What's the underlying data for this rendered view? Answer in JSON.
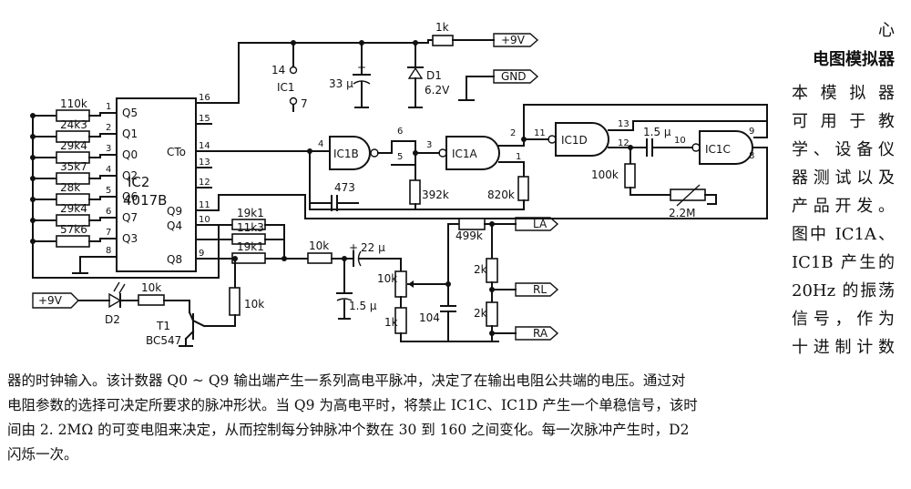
{
  "side_text": {
    "title_top": "心",
    "title": "电图模拟器",
    "lines": [
      "本模拟器",
      "可用于教",
      "学、设备仪",
      "器测试以及",
      "产品开发。",
      "图中 IC1A、",
      "IC1B 产生的",
      "20Hz 的振荡",
      "信号，作为",
      "十进制计数"
    ]
  },
  "body_text": [
    "器的时钟输入。该计数器 Q0 ~ Q9 输出端产生一系列高电平脉冲，决定了在输出电阻公共端的电压。通过对",
    "电阻参数的选择可决定所要求的脉冲形状。当 Q9 为高电平时，将禁止 IC1C、IC1D 产生一个单稳信号，该时",
    "间由 2. 2MΩ 的可变电阻来决定，从而控制每分钟脉冲个数在 30 到 160 之间变化。每一次脉冲产生时，D2",
    "闪烁一次。"
  ],
  "schematic": {
    "ic2": {
      "name": "IC2",
      "part": "4017B"
    },
    "ic2_left_pins": [
      {
        "num": "1",
        "name": "Q5"
      },
      {
        "num": "2",
        "name": "Q1"
      },
      {
        "num": "3",
        "name": "Q0"
      },
      {
        "num": "4",
        "name": "Q2"
      },
      {
        "num": "5",
        "name": "Q6"
      },
      {
        "num": "6",
        "name": "Q7"
      },
      {
        "num": "7",
        "name": "Q3"
      },
      {
        "num": "8",
        "name": ""
      }
    ],
    "ic2_right_pins": [
      {
        "num": "16",
        "name": ""
      },
      {
        "num": "15",
        "name": ""
      },
      {
        "num": "14",
        "name": "CTo"
      },
      {
        "num": "13",
        "name": ""
      },
      {
        "num": "12",
        "name": ""
      },
      {
        "num": "11",
        "name": "Q9"
      },
      {
        "num": "10",
        "name": "Q4"
      },
      {
        "num": "9",
        "name": "Q8"
      }
    ],
    "ladder_resistors": [
      "110k",
      "24k3",
      "29k4",
      "35k7",
      "28k",
      "29k4",
      "57k6"
    ],
    "q_resistors": [
      "19k1",
      "11k3",
      "19k1"
    ],
    "gates": [
      "IC1B",
      "IC1A",
      "IC1D",
      "IC1C"
    ],
    "gate_pins": {
      "b4": "4",
      "b6": "6",
      "b5": "5",
      "a3": "3",
      "a2": "2",
      "a1": "1",
      "d11": "11",
      "d13": "13",
      "d12": "12",
      "c10": "10",
      "c9": "9",
      "c8": "8"
    },
    "ic1_supply": {
      "pin_top": "14",
      "name": "IC1",
      "pin_bottom": "7"
    },
    "supply": {
      "cap": "33 μ",
      "resistor": "1k",
      "diode": "D1",
      "zener": "6.2V",
      "plus9_label": "+9V",
      "gnd_label": "GND"
    },
    "timing": {
      "cap473": "473",
      "r392": "392k",
      "r820": "820k",
      "cap15": "1.5 μ",
      "r100": "100k",
      "pot": "2.2M"
    },
    "output": {
      "r10k": "10k",
      "cap22": "22 μ",
      "cap15b": "1.5 μ",
      "pot10k": "10k",
      "r1k": "1k",
      "cap104": "104",
      "r499": "499k",
      "r2k_a": "2k",
      "r2k_b": "2k"
    },
    "electrodes": {
      "la": "LA",
      "rl": "RL",
      "ra": "RA"
    },
    "driver": {
      "plus9_label": "+9V",
      "led": "D2",
      "r_led": "10k",
      "r_base": "10k",
      "tr": "T1",
      "tr_part": "BC547"
    }
  }
}
